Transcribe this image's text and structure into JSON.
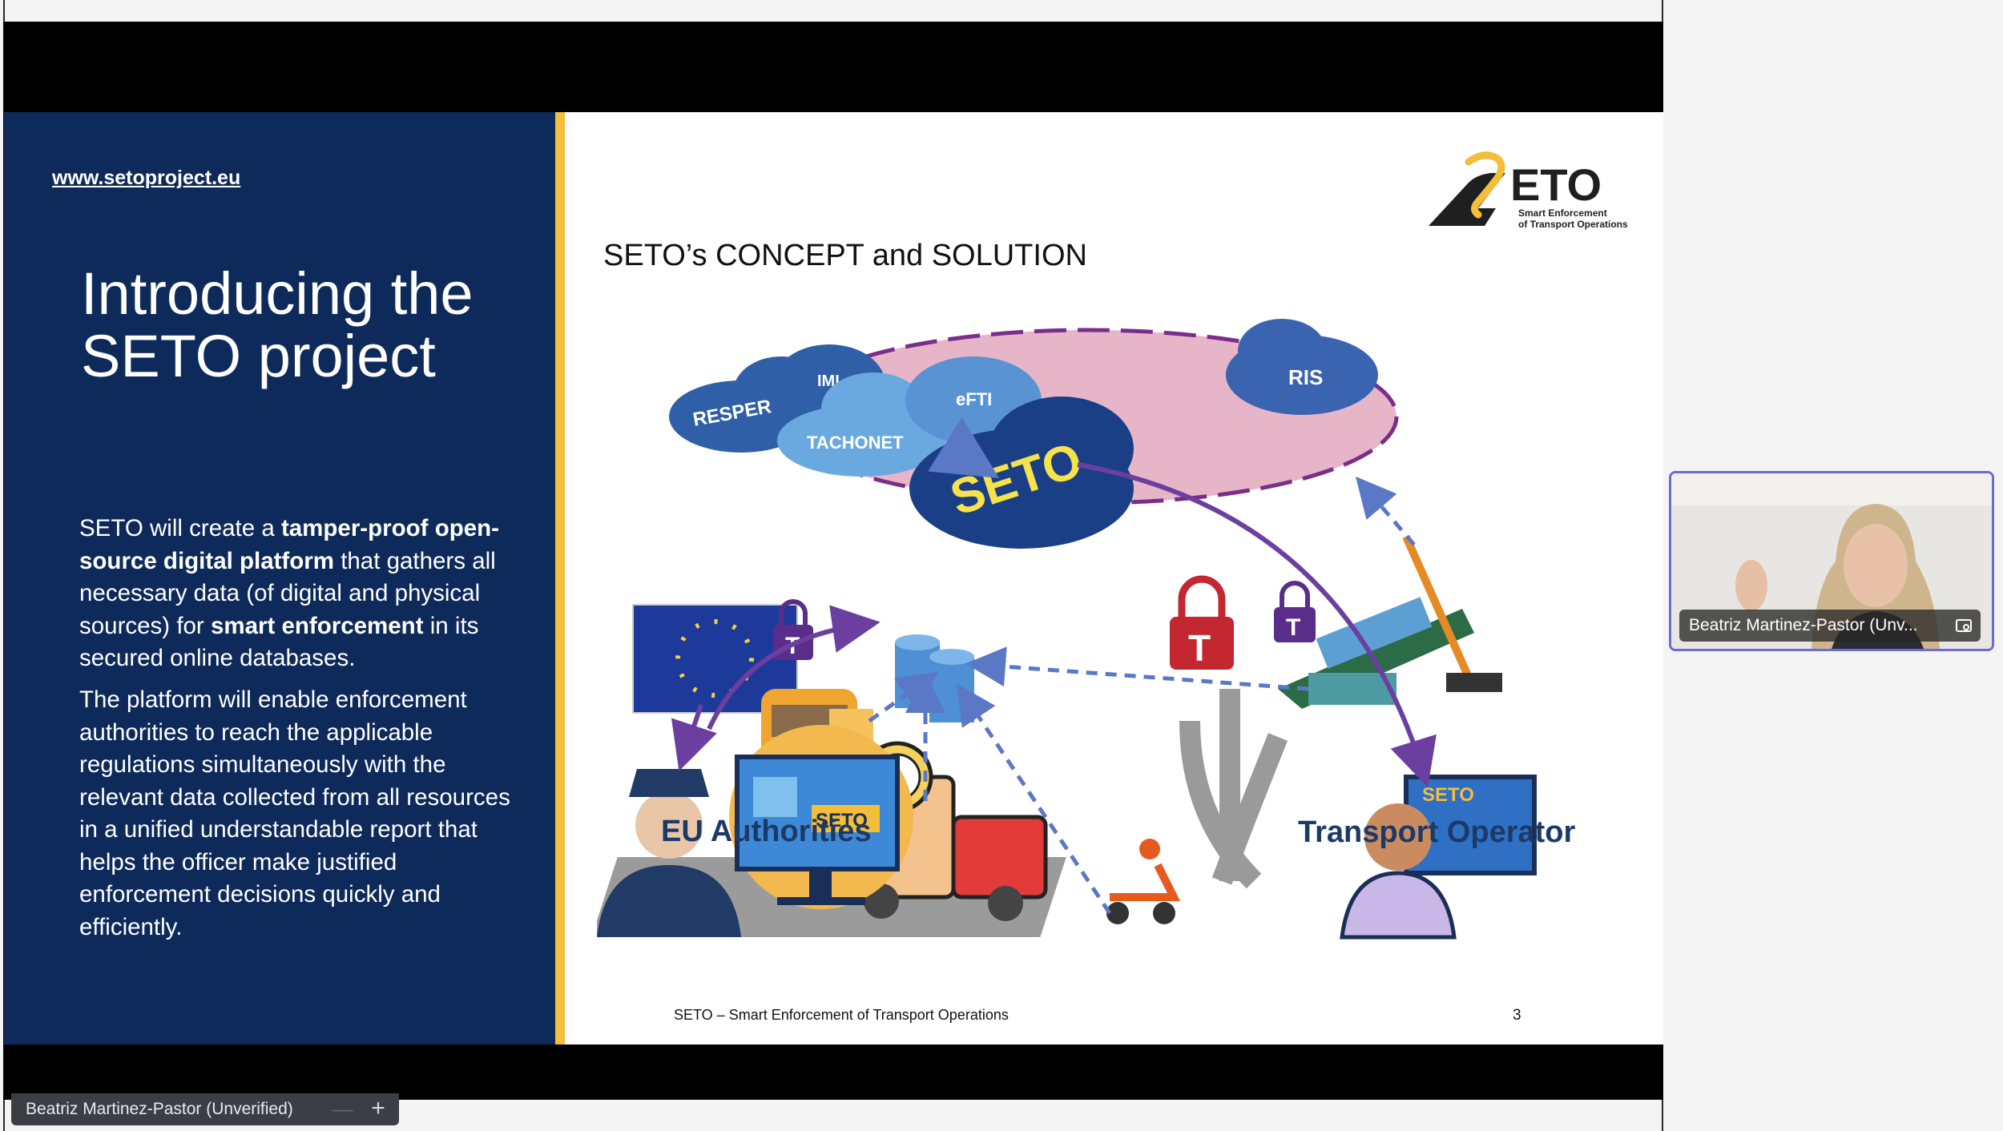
{
  "slide": {
    "site_link": "www.setoproject.eu",
    "heading": "Introducing the SETO project",
    "para1": {
      "t1": "SETO will create a ",
      "b1": "tamper-proof open-source digital platform",
      "t2": " that gathers all necessary data (of digital and physical sources) for ",
      "b2": "smart enforcement",
      "t3": " in its secured online databases."
    },
    "para2": "The platform will enable enforcement authorities to reach the applicable regulations simultaneously with the relevant data collected from all resources in a unified understandable report that helps the officer make justified enforcement decisions quickly and efficiently.",
    "concept_title": "SETO’s CONCEPT and SOLUTION",
    "logo": {
      "name": "ETO",
      "tagline_line1": "Smart Enforcement",
      "tagline_line2": "of Transport Operations"
    },
    "diagram": {
      "clouds": [
        "RESPER",
        "IMI",
        "TACHONET",
        "eFTI",
        "SETO",
        "RIS"
      ],
      "screen_label": "SETO",
      "operator_screen_label": "SETO",
      "eu_authorities": "EU Authorities",
      "transport_operator": "Transport Operator",
      "lock_letter": "T"
    },
    "footer": "SETO – Smart Enforcement of Transport Operations",
    "page_number": "3"
  },
  "meeting": {
    "presenter_chip": "Beatriz Martinez-Pastor (Unverified)",
    "chip_minus": "—",
    "chip_plus": "+",
    "video_name": "Beatriz Martinez-Pastor (Unv..."
  },
  "colors": {
    "left_panel": "#0e2a5a",
    "accent": "#f4bd3a",
    "active_speaker_border": "#6b6bd6"
  }
}
